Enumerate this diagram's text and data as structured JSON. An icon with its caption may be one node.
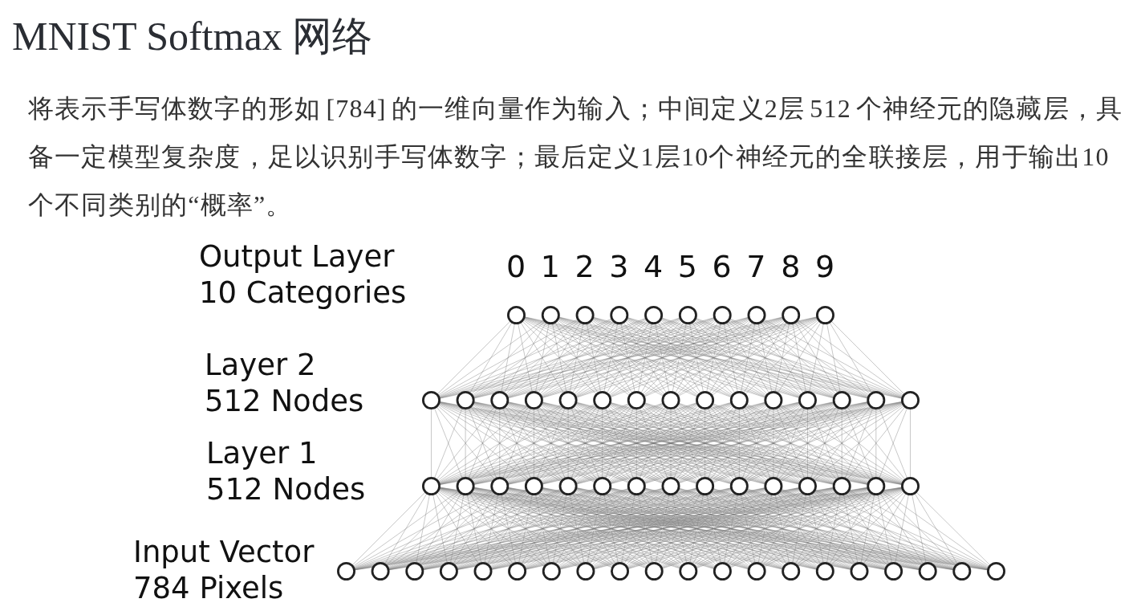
{
  "diagram": {
    "title": "MNIST Softmax 网络",
    "labels": [
      "将表示手写体数字的形如 [784] 的一维向量作为输入；中间定义2层 512 个神经元的隐藏层，具备一定模型复杂度，足以识别手写体数字；最后定义1层10个神经元的全联接层，用于输出10个不同类别的“概率”。",
      "Output Layer 10 Categories",
      "0",
      "1",
      "2",
      "3",
      "4",
      "5",
      "6",
      "7",
      "8",
      "9",
      "Layer 2 512 Nodes",
      "Layer 1 512 Nodes",
      "Input Vector 784 Pixels"
    ]
  }
}
